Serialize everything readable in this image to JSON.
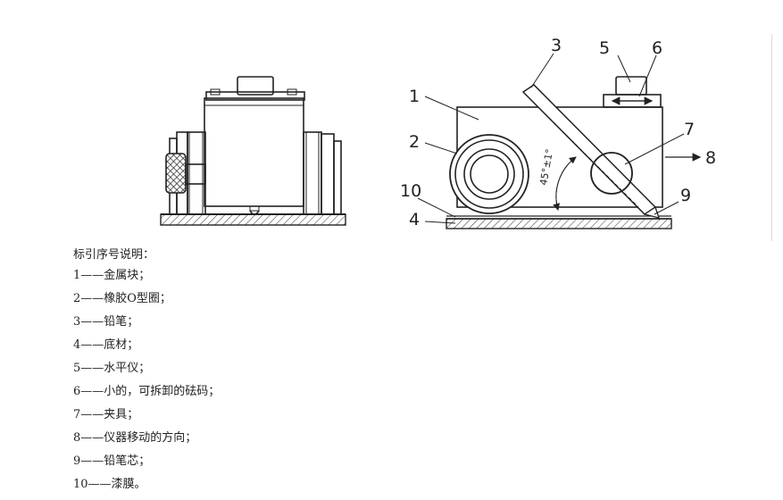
{
  "callouts": {
    "c1": "1",
    "c2": "2",
    "c3": "3",
    "c4": "4",
    "c5": "5",
    "c6": "6",
    "c7": "7",
    "c8": "8",
    "c9": "9",
    "c10": "10"
  },
  "angle_label": "45°±1°",
  "legend": {
    "title": "标引序号说明：",
    "items": [
      "1——金属块；",
      "2——橡胶O型圈；",
      "3——铅笔；",
      "4——底材；",
      "5——水平仪；",
      "6——小的，可拆卸的砝码；",
      "7——夹具；",
      "8——仪器移动的方向；",
      "9——铅笔芯；",
      "10——漆膜。"
    ]
  }
}
